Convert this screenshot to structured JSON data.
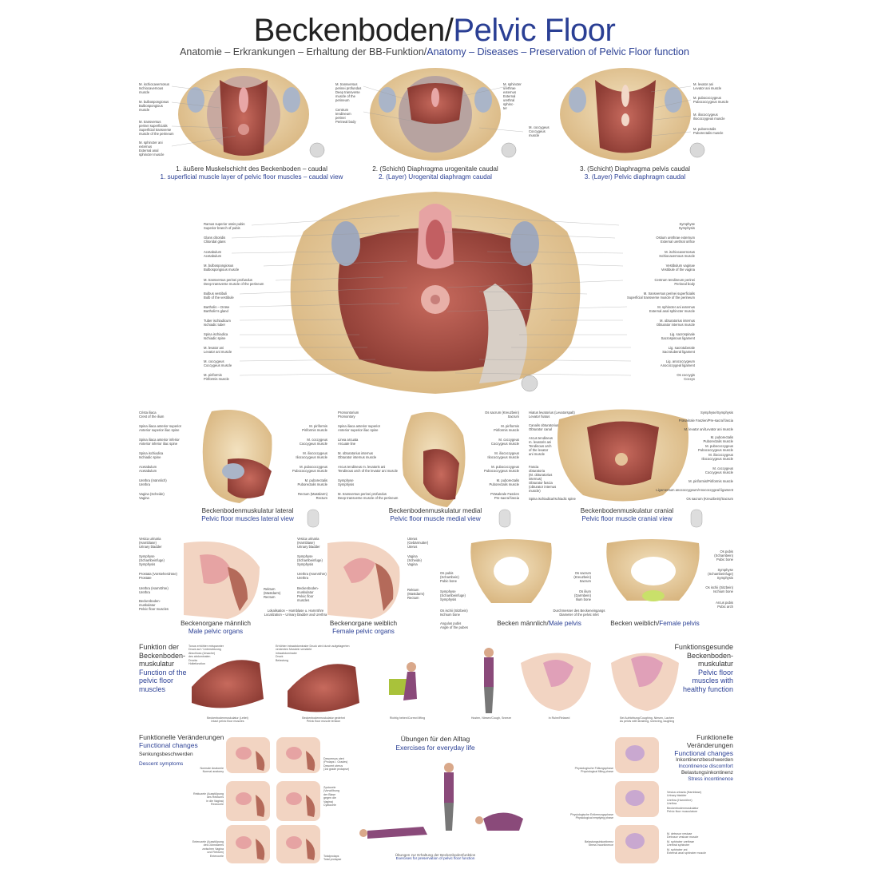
{
  "header": {
    "title_de": "Beckenboden/",
    "title_en": "Pelvic Floor",
    "subtitle_de": "Anatomie – Erkrankungen – Erhaltung der BB-Funktion/",
    "subtitle_en": "Anatomy – Diseases – Preservation of Pelvic Floor function"
  },
  "top_row": [
    {
      "cap_de": "1. äußere Muskelschicht des Beckenboden – caudal",
      "cap_en": "1. superficial muscle layer of pelvic floor muscles – caudal view",
      "labels": [
        "M. ischiocavernosus\nIschiocavernous muscle",
        "M. bulbospongiosus\nBulbospongious muscle",
        "M. transversus\nperinei superficialis\nSuperficial transverse\nmuscle of the perineum",
        "M. sphincter ani\nexternus\nExternal anal\nsphincter muscle"
      ]
    },
    {
      "cap_de": "2. (Schicht) Diaphragma urogenitale caudal",
      "cap_en": "2. (Layer) Urogenital diaphragm caudal",
      "labels": [
        "M. transversus\nperinei profundus\nDeep transverse\nmuscle of the\nperineum",
        "Centrum\ntendineum\nperinei\nPerineal body"
      ],
      "labels_right": [
        "M. sphincter\nurethrae\nexternus\nExternal\nurethral\nsphinc-\nter",
        "M. coccygeus\nCoccygeus\nmuscle"
      ]
    },
    {
      "cap_de": "3. (Schicht) Diaphragma pelvis caudal",
      "cap_en": "3. (Layer) Pelvic diaphragm caudal",
      "labels": [
        "M. levator ani\nLevator ani muscle",
        "M. pubococcygeus\nPubococcygeus muscle",
        "M. iliococcygeus\nIliococcygeus muscle",
        "M. puborectalis\nPuborectalis muscle"
      ]
    }
  ],
  "main_labels_left": [
    "Ramus superior ossis pubis\nSuperior branch of pubis",
    "Glans clitoridis\nClitoridal glans",
    "Acetabulum\nAcetabulum",
    "M. bulbospongiosus\nBulbospongious muscle",
    "M. transversus perinei profundus\nDeep transverse muscle of the perineum",
    "Bulbus vestibuli\nBulb of the vestibule",
    "Bartholin – Drüse\nBartholin's gland",
    "Tuber ischiadicum\nIschiadic tuber",
    "Spina ischiadica\nIschiadic spine",
    "M. levator ani\nLevator ani muscle",
    "M. coccygeus\nCoccygeus muscle",
    "M. piriformis\nPiriformis muscle"
  ],
  "main_labels_right": [
    "Symphyse\nSymphysis",
    "Ostium urethrae externum\nExternal urethral orifice",
    "M. ischiocavernosus\nIschiocavernous muscle",
    "Vestibulum vaginae\nVestibule of the vagina",
    "Centrum tendineum perinei\nPerineal body",
    "M. transversus perinei superficialis\nSuperficial transverse muscle of the perineum",
    "M. sphincter ani externus\nExternal anal sphincter muscle",
    "M. obturatorius internus\nObturator internus muscle",
    "Lig. sacrospinale\nSacrospinous ligament",
    "Lig. sacrotuberale\nSacrotuberal ligament",
    "Lig. anococcygeum\nAnococcygeal ligament",
    "Os coccygis\nCoccyx"
  ],
  "third_row": [
    {
      "cap_de": "Beckenbodenmuskulatur lateral",
      "cap_en": "Pelvic floor muscles lateral view",
      "left": [
        "Crista iliaca\nCrest of the ilium",
        "Spina iliaca anterior superior\nAnterior superior iliac spine",
        "Spina iliaca anterior inferior\nAnterior inferior iliac spine",
        "Spina ischiadica\nIschiadic spine",
        "Acetabulum\nAcetabulum",
        "Urethra (männlich)\nUrethra",
        "Vagina (Scheide)\nVagina"
      ],
      "right": [
        "M. piriformis\nPiriformis muscle",
        "M. coccygeus\nCoccygeus muscle",
        "M. iliococcygeus\nIliococcygeus muscle",
        "M. pubococcygeus\nPubococcygeus muscle",
        "M. puborectalis\nPuborectalis muscle",
        "Rectum (Mastdarm)\nRectum"
      ]
    },
    {
      "cap_de": "Beckenbodenmuskulatur medial",
      "cap_en": "Pelvic floor muscle medial view",
      "left": [
        "Promontorium\nPromontory",
        "Spina iliaca anterior superior\nAnterior superior iliac spine",
        "Linea arcuata\nArcuate line",
        "M. obturatorius internus\nObturator internus muscle",
        "Arcus tendineus m. levatoris ani\nTendinous arch of the levator ani muscle",
        "Symphyse\nSymphysis",
        "M. transversus perinei profundus\nDeep transverse muscle of the perineum"
      ],
      "right": [
        "Os sacrum (Kreuzbein)\nSacrum",
        "M. piriformis\nPiriformis muscle",
        "M. coccygeus\nCoccygeus muscle",
        "M. iliococcygeus\nIliococcygeus muscle",
        "M. pubococcygeus\nPubococcygeus muscle",
        "M. puborectalis\nPuborectalis muscle",
        "Präsakrale Faszien\nPre-sacral fascia"
      ]
    },
    {
      "cap_de": "Beckenbodenmuskulatur cranial",
      "cap_en": "Pelvic floor muscle cranial view",
      "left": [
        "Hiatus levatorius (Levatorspalt)\nLevator hiatus",
        "Canalis obturatorius\nObturator canal",
        "Arcus tendineus\nm. levatoris ani\nTendinous arch\nof the levator\nani muscle",
        "Fascia\nobturatoria\n(M. obturatorius\ninternus)\nObturator fascia\n(obturator internus muscle)",
        "Spina ischiadica/Ischiadic spine"
      ],
      "right": [
        "Symphyse/Symphysis",
        "Präsakrale Faszien/Pre-sacral fascia",
        "M. levator ani/Levator ani muscle",
        "M. puborectalis\nPuborectalis muscle",
        "M. pubococcygeus\nPubococcygeus muscle",
        "M. iliococcygeus\nIliococcygeus muscle",
        "M. coccygeus\nCoccygeus muscle",
        "M. piriformis/Piriformis muscle",
        "Ligamentum anococcygeum/Anococcygeal ligament",
        "Os sacrum (Kreuzbein)/Sacrum"
      ]
    }
  ],
  "fourth_row": [
    {
      "cap_de": "Beckenorgane männlich",
      "cap_en": "Male pelvic organs",
      "left": [
        "Vesica urinaria\n(Harnblase)\nUrinary bladder",
        "Symphyse\n(Schambeinfuge)\nSymphysis",
        "Prostata (Vorsteherdrüse)\nProstate",
        "Urethra (Harnröhre)\nUrethra",
        "Beckenboden-\nmuskulatur\nPelvic floor muscles"
      ],
      "right": [
        "Rektum\n(Mastdarm)\nRectum"
      ]
    },
    {
      "cap_de": "Beckenorgane weiblich",
      "cap_en": "Female pelvic organs",
      "left": [
        "Vesica urinaria\n(Harnblase)\nUrinary bladder",
        "Symphyse\n(Schambeinfuge)\nSymphysis",
        "Urethra (Harnröhre)\nUrethra",
        "Beckenboden-\nmuskulatur\nPelvic floor\nmuscles"
      ],
      "right": [
        "Uterus\n(Gebärmutter)\nUterus",
        "Vagina\n(Scheide)\nVagina",
        "Rektum\n(Mastdarm)\nRectum"
      ],
      "note": "Lokalisation – Harnblase u. Harnröhre\nLocalization – Urinary bladder and Urethra"
    },
    {
      "cap_de": "Becken männlich/",
      "cap_en": "Male pelvis",
      "left": [
        "Os pubis\n(Schambein)\nPubic bone",
        "Symphyse\n(Schambeinfuge)\nSymphysis",
        "Os ischii (Sitzbein)\nIschium bone",
        "Angulus pubis\nAngle of the pubes"
      ],
      "right": [
        "Os sacrum\n(Kreuzbein)\nSacrum",
        "Os ilium\n(Darmbein)\nIlium bone"
      ],
      "note": "Durchmesser des Beckeneingangs\nDiameter of the pelvic inlet"
    },
    {
      "cap_de": "Becken weiblich/",
      "cap_en": "Female pelvis",
      "right": [
        "Os pubis\n(Schambein)\nPubic bone",
        "Symphyse\n(Schambeinfuge)\nSymphysis",
        "Os ischii (Sitzbein)\nIschium bone",
        "Arcus pubis\nPubic arch"
      ]
    }
  ],
  "function": {
    "left_de": "Funktion der\nBeckenboden-\nmuskulatur",
    "left_en": "Function of the\npelvic floor\nmuscles",
    "right_de": "Funktionsgesunde\nBeckenboden-\nmuskulatur",
    "right_en": "Pelvic floor\nmuscles with\nhealthy function",
    "notes": [
      "Tonus erhöhter entspannter\nDruck auf / Unterstützung\nAbschluss (Ursache)\ndes abdominalen\nDrucks\nHoltefunction",
      "Erhöhter intraabdominaler Druck wird durch aufgelagerten\nverdenten Muskeln verstärkt\nintraabdominaler\nDruck\nBelastung",
      "Beckenbodenmuskulatur (Leitet)\nIntact pelvic floor muscles",
      "Beckenbodenmuskulatur gedehnt\nPelvic floor muscle tension",
      "Richtig heben/Correct lifting",
      "Husten, Niesen/Cough, Sneeze",
      "In Ruhe/Relaxed",
      "Bei Aufrichtung/Coughing, Niesen, Lachen\nAs pelvis with straining, sneezing, laughing"
    ]
  },
  "bottom": {
    "left_de": "Funktionelle Veränderungen",
    "left_en": "Functional changes",
    "left_sub_de": "Senkungsbeschwerden",
    "left_sub_en": "Descent symptoms",
    "center_de": "Übungen für den Alltag",
    "center_en": "Exercises for everyday life",
    "center_note_de": "Übungen zur Erhaltung der Beckenbodenfunktion",
    "center_note_en": "Exercises for preservation of pelvic floor function",
    "right_de": "Funktionelle\nVeränderungen",
    "right_en": "Functional changes",
    "right_sub_de": "Inkontinenzbeschwerden",
    "right_sub_en": "Incontinence discomfort",
    "right_sub2_de": "Belastungsinkontinenz",
    "right_sub2_en": "Stress incontinence",
    "left_notes": [
      "Normale Anatomie\nNormal anatomy",
      "Rektozele (Ausstülpung\ndes Rektums\nin die Vagina)\nRectocele",
      "Enterozele (Ausstülpung\ndes Dünndarms\nzwischen Vagina\nund Rektum)\nEnterocele"
    ],
    "mid_notes": [
      "Descensus uteri\n(Prolaps I. Grades)\nDescent uterus\n(1st grade prolapse)",
      "Zystozele\n(Vorwölbung\nder Blase\ngegen die\nVagina)\nCystocele",
      "Totalprolaps\nTotal prolapse"
    ],
    "right_notes": [
      "Physiologische Füllungsphase\nPhysiological filling phase",
      "Physiologische Entleerungsphase\nPhysiological emptying phase",
      "Belastungsinkontinenz\nStress incontinence"
    ],
    "right_list": [
      "Vesica urinaria (Harnblase)\nUrinary bladder",
      "Urethra (Harnröhre)\nUrethra",
      "Beckenbodenmuskulatur\nPelvic floor musculature",
      "M. detrusor vesicae\nDetrusor vesicae muscle",
      "M. sphincter urethrae\nUrethral sphincter",
      "M. sphincter ani\nExternal anal sphincter muscle"
    ]
  },
  "colors": {
    "blue": "#2a3f94",
    "bone": "#e9d1a4",
    "muscle": "#b4554a",
    "pink": "#e6a3a3"
  }
}
